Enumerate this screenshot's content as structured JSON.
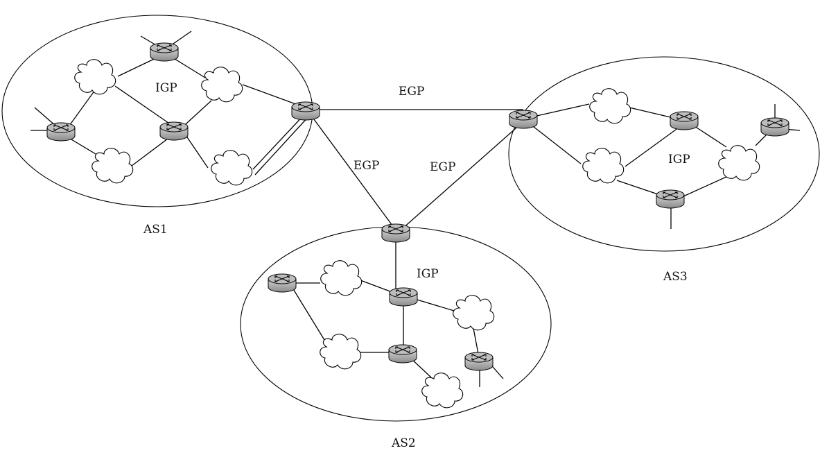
{
  "labels": {
    "as1": "AS1",
    "as2": "AS2",
    "as3": "AS3",
    "igp1": "IGP",
    "igp2": "IGP",
    "igp3": "IGP",
    "egp_top": "EGP",
    "egp_left": "EGP",
    "egp_right": "EGP"
  },
  "icons": {
    "router": "router-icon",
    "cloud": "network-cloud-icon"
  }
}
